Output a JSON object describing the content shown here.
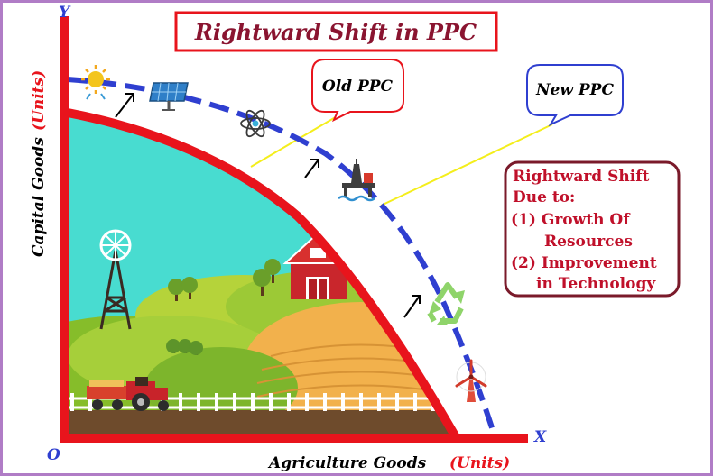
{
  "title": "Rightward Shift in PPC",
  "axes": {
    "y_letter": "Y",
    "x_letter": "X",
    "origin": "O",
    "y_label": "Capital Goods",
    "y_unit": "(Units)",
    "x_label": "Agriculture Goods",
    "x_unit": "(Units)"
  },
  "callouts": {
    "old_ppc": "Old PPC",
    "new_ppc": "New PPC"
  },
  "shift_box": {
    "line1": "Rightward Shift",
    "line2": "Due to:",
    "line3": "(1) Growth Of",
    "line4": "Resources",
    "line5": "(2) Improvement",
    "line6": "in Technology"
  },
  "icons": [
    "sun-icon",
    "solar-panel-icon",
    "atom-icon",
    "oil-rig-icon",
    "recycle-icon",
    "wind-turbine-icon",
    "windmill-icon",
    "barn-icon",
    "tractor-icon"
  ],
  "colors": {
    "border": "#b07cc6",
    "old_ppc_curve": "#e8141c",
    "new_ppc_curve": "#2f3fd0",
    "title_text": "#8a1430",
    "dark_red_text": "#c0102a",
    "leader_line": "#f4ee1c"
  }
}
